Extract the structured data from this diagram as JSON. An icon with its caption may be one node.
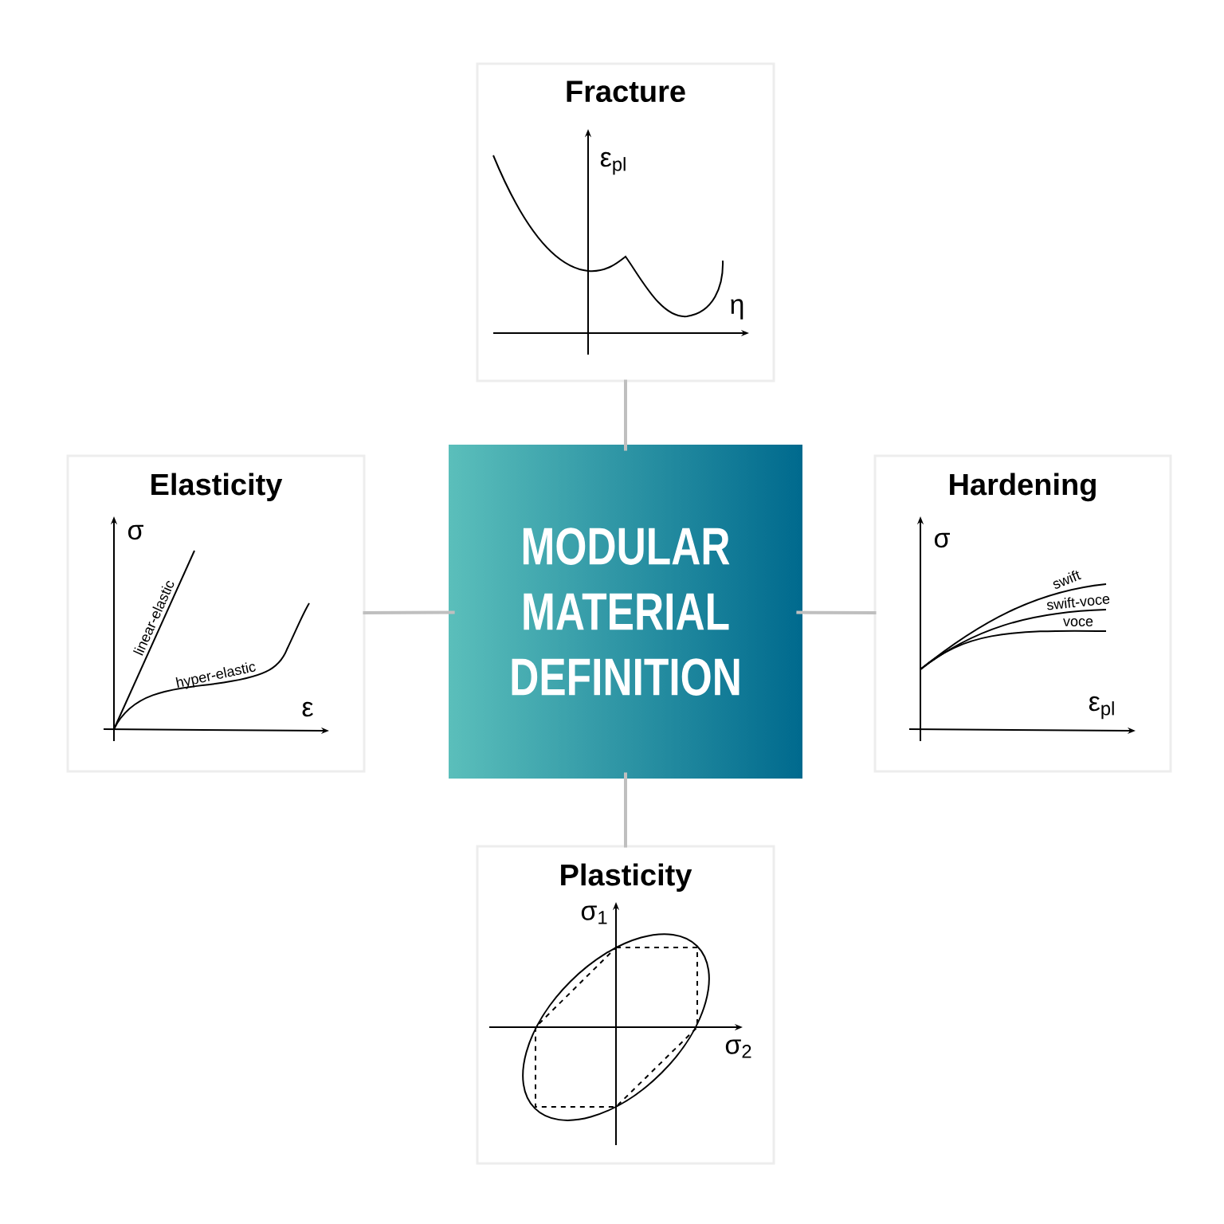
{
  "diagram": {
    "nodes": [
      {
        "text": [
          "MODULAR MATERIAL DEFINITION"
        ]
      },
      {
        "text": [
          "Fracture"
        ]
      },
      {
        "text": [
          "Elasticity"
        ]
      },
      {
        "text": [
          "Hardening"
        ]
      },
      {
        "text": [
          "Plasticity"
        ]
      }
    ],
    "edges": [
      {
        "from": 0,
        "to": 1,
        "arrow": "none"
      },
      {
        "from": 0,
        "to": 2,
        "arrow": "none"
      },
      {
        "from": 0,
        "to": 3,
        "arrow": "none"
      },
      {
        "from": 0,
        "to": 4,
        "arrow": "none"
      }
    ],
    "labels": [
      "ε$_{pl}$",
      "η",
      "σ",
      "linear-elastic",
      "hyper-elastic",
      "ε",
      "σ",
      "swift",
      "swift-voce",
      "voce",
      "ε$_{pl}$",
      "σ$_{1}$",
      "σ$_{2}$"
    ]
  }
}
